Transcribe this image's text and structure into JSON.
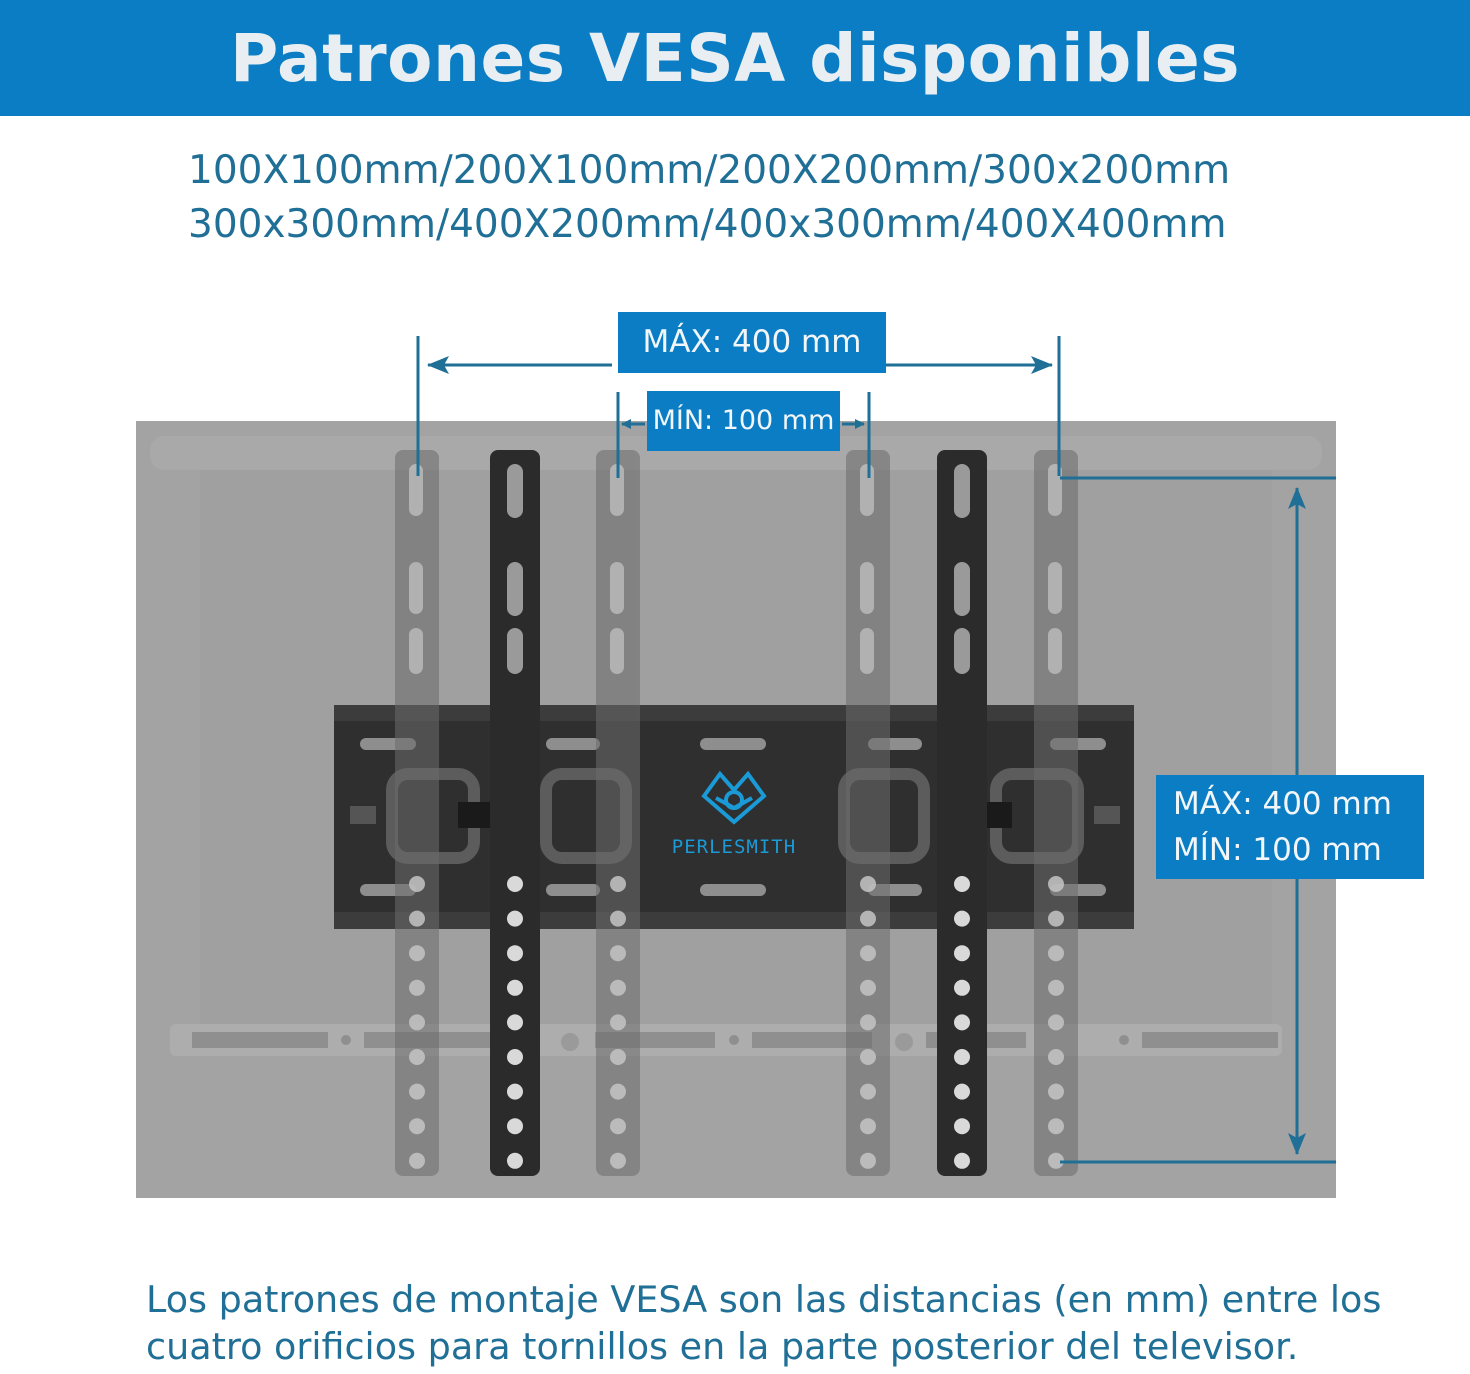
{
  "title": "Patrones VESA disponibles",
  "patterns": {
    "line1": "100X100mm/200X100mm/200X200mm/300x200mm",
    "line2": "300x300mm/400X200mm/400x300mm/400X400mm"
  },
  "dimensions": {
    "horizontal_max": "MÁX: 400 mm",
    "horizontal_min": "MÍN: 100 mm",
    "vertical_max": "MÁX: 400 mm",
    "vertical_min": "MÍN: 100 mm"
  },
  "brand": "PERLESMITH",
  "footnote": {
    "line1": "Los patrones de montaje VESA son las distancias (en mm) entre los",
    "line2": "cuatro orificios para tornillos en la parte posterior del televisor."
  },
  "colors": {
    "accent_blue": "#0a7dc4",
    "text_blue": "#1f6f96",
    "tv_gray": "#a3a3a3",
    "bracket_black": "#2b2b2b"
  }
}
